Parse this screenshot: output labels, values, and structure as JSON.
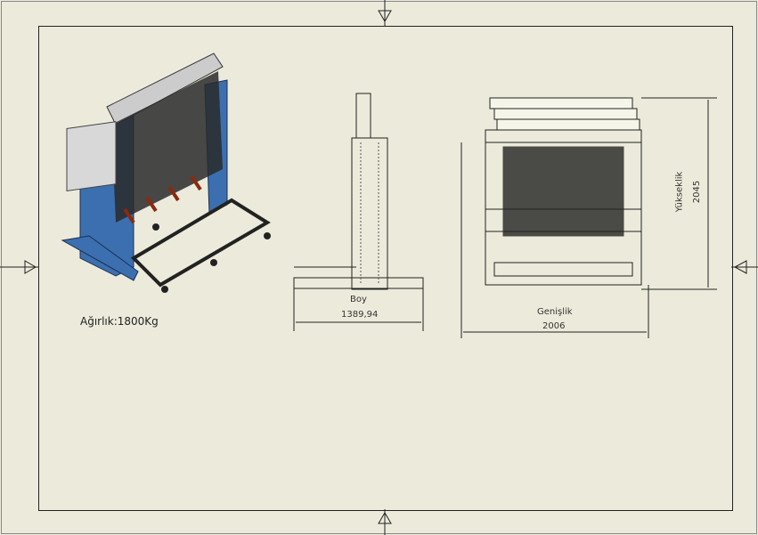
{
  "weight_label": "Ağırlık:1800Kg",
  "side_view": {
    "label": "Boy",
    "value": "1389,94"
  },
  "front_view": {
    "label": "Genişlik",
    "value": "2006"
  },
  "height_dim": {
    "label": "Yükseklik",
    "value": "2045"
  },
  "colors": {
    "paper": "#ecebdb",
    "machine_blue": "#3b6fb0",
    "line": "#222222"
  }
}
